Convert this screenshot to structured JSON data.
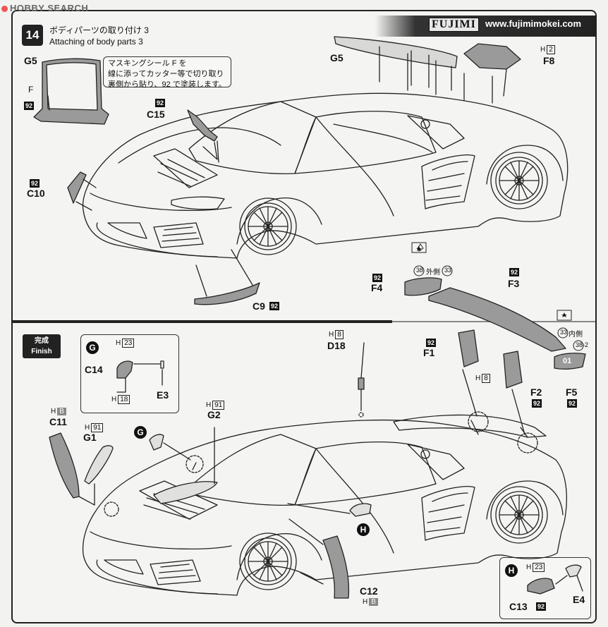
{
  "watermark": "HOBBY SEARCH",
  "header": {
    "step_number": "14",
    "title_jp": "ボディパーツの取り付け 3",
    "title_en": "Attaching of body parts 3",
    "brand": "FUJIMI",
    "url": "www.fujimimokei.com"
  },
  "mask_note": {
    "line1": "マスキングシール F を",
    "line2": "線に添ってカッター等で切り取り",
    "line3": "裏側から貼り、92 で塗装します。"
  },
  "finish_badge": {
    "jp": "完成",
    "en": "Finish"
  },
  "parts": {
    "G5_left": "G5",
    "F_label": "F",
    "paint_92": "92",
    "C15": "C15",
    "C10": "C10",
    "C9": "C9",
    "G5_top": "G5",
    "F8": "F8",
    "H2": "H",
    "H2_num": "2",
    "F4": "F4",
    "F3": "F3",
    "outer_jp": "外側",
    "inner_jp": "内側",
    "num38": "38",
    "num33": "33",
    "num38_2": "38-2",
    "D18": "D18",
    "H8": "H",
    "H8_num": "8",
    "F1": "F1",
    "F2": "F2",
    "F5": "F5",
    "C14": "C14",
    "E3": "E3",
    "H23": "H",
    "H23_num": "23",
    "H18": "H",
    "H18_num": "18",
    "G_circle": "G",
    "C11": "C11",
    "HB": "H",
    "HB_box": "B",
    "G1": "G1",
    "H91": "H",
    "H91_num": "91",
    "G2": "G2",
    "C12": "C12",
    "C13": "C13",
    "E4": "E4",
    "H_circle": "H",
    "F5_plate": "01"
  },
  "colors": {
    "frame": "#222222",
    "part_fill": "#9a9a9a",
    "paper": "#f4f4f2"
  }
}
